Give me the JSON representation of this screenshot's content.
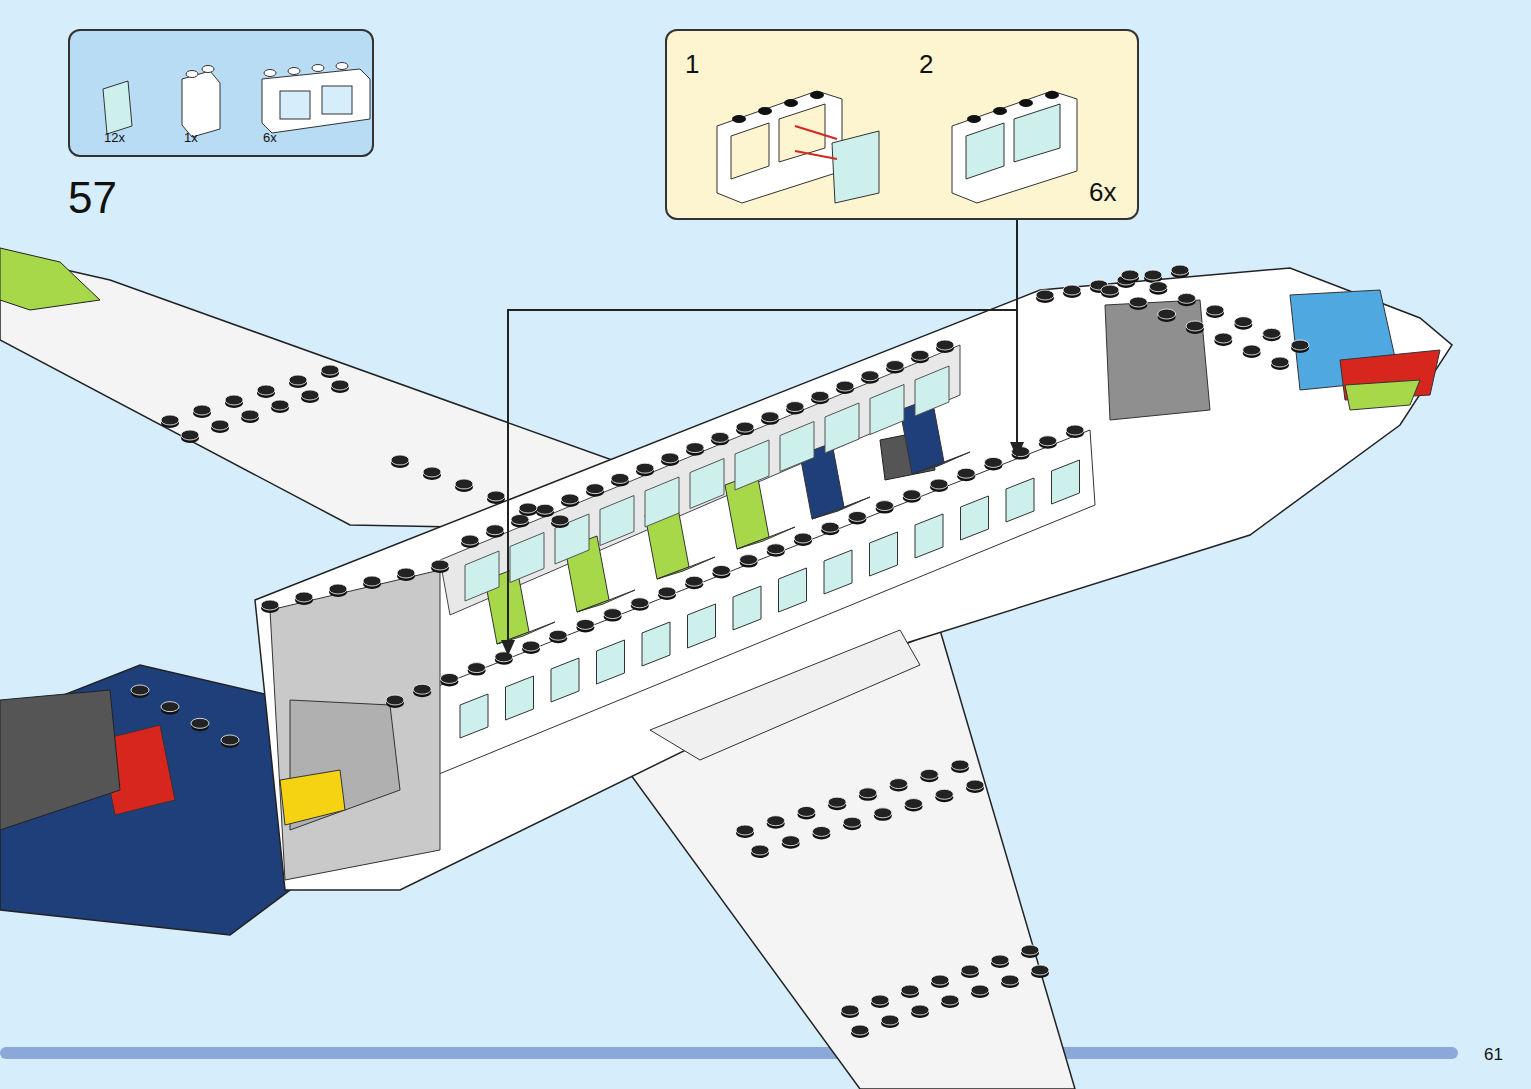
{
  "diagram": {
    "nodes": [
      {
        "text": [
          "12x",
          "1x",
          "6x"
        ]
      },
      {
        "text": [
          "1",
          "2",
          "6x"
        ]
      }
    ],
    "labels": [
      "57",
      "61"
    ]
  }
}
